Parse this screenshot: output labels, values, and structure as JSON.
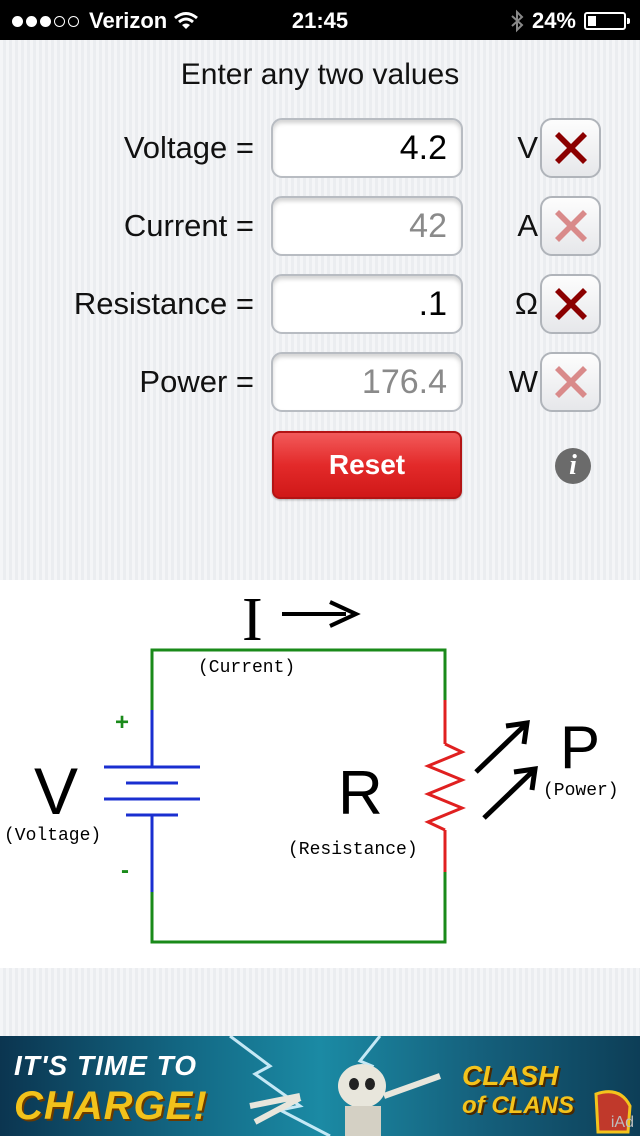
{
  "status_bar": {
    "carrier": "Verizon",
    "time": "21:45",
    "battery_text": "24%",
    "battery_level": 0.24,
    "signal_bars": 3
  },
  "heading": "Enter any two values",
  "rows": [
    {
      "label": "Voltage =",
      "value": "4.2",
      "unit": "V",
      "computed": false
    },
    {
      "label": "Current =",
      "value": "42",
      "unit": "A",
      "computed": true
    },
    {
      "label": "Resistance =",
      "value": ".1",
      "unit": "Ω",
      "computed": false
    },
    {
      "label": "Power =",
      "value": "176.4",
      "unit": "W",
      "computed": true
    }
  ],
  "reset_label": "Reset",
  "info_glyph": "i",
  "diagram": {
    "current_symbol": "I",
    "current_label": "(Current)",
    "voltage_symbol": "V",
    "voltage_label": "(Voltage)",
    "resistance_symbol": "R",
    "resistance_label": "(Resistance)",
    "power_symbol": "P",
    "power_label": "(Power)",
    "plus": "+",
    "minus": "-"
  },
  "ad": {
    "line1": "IT'S TIME TO",
    "line2": "CHARGE!",
    "brand_line1": "CLASH",
    "brand_line2": "of CLANS",
    "network": "iAd"
  },
  "colors": {
    "clear_active": "#8b0000",
    "clear_inactive": "#d98a8a",
    "reset": "#e32a2a",
    "wire_green": "#1a8a1a",
    "wire_blue": "#1a2fd0",
    "wire_red": "#e02020"
  }
}
